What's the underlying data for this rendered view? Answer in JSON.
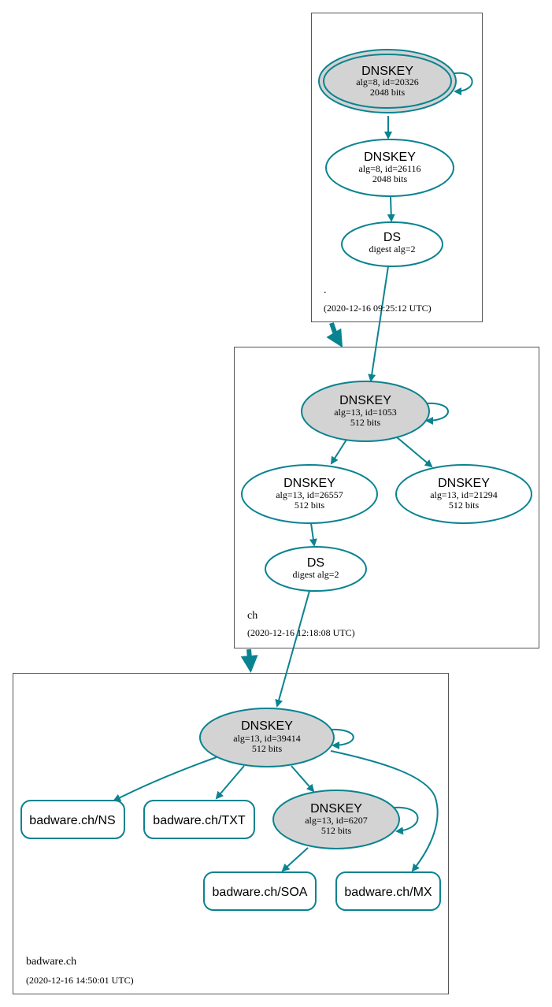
{
  "zones": {
    "root": {
      "name": ".",
      "timestamp": "(2020-12-16 09:25:12 UTC)"
    },
    "ch": {
      "name": "ch",
      "timestamp": "(2020-12-16 12:18:08 UTC)"
    },
    "badware": {
      "name": "badware.ch",
      "timestamp": "(2020-12-16 14:50:01 UTC)"
    }
  },
  "nodes": {
    "root_ksk": {
      "title": "DNSKEY",
      "line1": "alg=8, id=20326",
      "line2": "2048 bits"
    },
    "root_zsk": {
      "title": "DNSKEY",
      "line1": "alg=8, id=26116",
      "line2": "2048 bits"
    },
    "root_ds": {
      "title": "DS",
      "line1": "digest alg=2"
    },
    "ch_ksk": {
      "title": "DNSKEY",
      "line1": "alg=13, id=1053",
      "line2": "512 bits"
    },
    "ch_zsk1": {
      "title": "DNSKEY",
      "line1": "alg=13, id=26557",
      "line2": "512 bits"
    },
    "ch_zsk2": {
      "title": "DNSKEY",
      "line1": "alg=13, id=21294",
      "line2": "512 bits"
    },
    "ch_ds": {
      "title": "DS",
      "line1": "digest alg=2"
    },
    "bw_ksk": {
      "title": "DNSKEY",
      "line1": "alg=13, id=39414",
      "line2": "512 bits"
    },
    "bw_zsk": {
      "title": "DNSKEY",
      "line1": "alg=13, id=6207",
      "line2": "512 bits"
    }
  },
  "rrsets": {
    "ns": "badware.ch/NS",
    "txt": "badware.ch/TXT",
    "soa": "badware.ch/SOA",
    "mx": "badware.ch/MX"
  },
  "colors": {
    "edge": "#0a8390",
    "ksk_fill": "#d3d3d3",
    "zsk_fill": "#ffffff"
  }
}
